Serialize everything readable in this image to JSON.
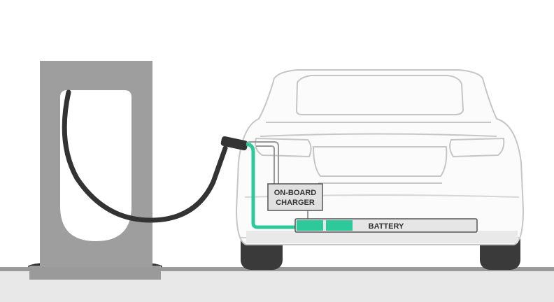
{
  "labels": {
    "charger_line1": "ON-BOARD",
    "charger_line2": "CHARGER",
    "battery": "BATTERY"
  },
  "colors": {
    "accent_green": "#2ec99b",
    "station_gray": "#9e9e9e",
    "cable_dark": "#333333",
    "ground": "#e6e6e6",
    "car_outline": "#c8c8c8"
  },
  "icons": {
    "station": "supercharger-station-icon",
    "car": "car-rear-icon",
    "cable": "charging-cable-icon",
    "plug": "charging-plug-icon"
  }
}
